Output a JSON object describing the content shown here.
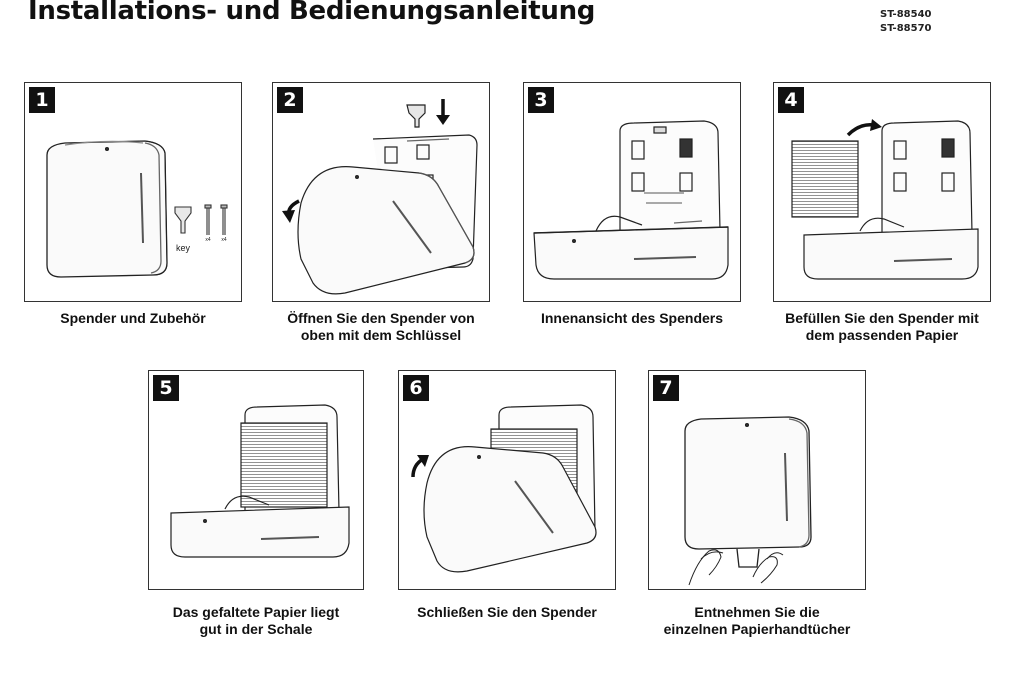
{
  "header": {
    "title": "Installations- und Bedienungsanleitung",
    "models": [
      "ST-88540",
      "ST-88570"
    ]
  },
  "steps": [
    {
      "number": "1",
      "caption_lines": [
        "Spender und Zubehör"
      ],
      "key_label": "key",
      "screw_labels": [
        "x4",
        "x4"
      ]
    },
    {
      "number": "2",
      "caption_lines": [
        "Öffnen Sie den Spender von",
        "oben mit dem Schlüssel"
      ]
    },
    {
      "number": "3",
      "caption_lines": [
        "Innenansicht des Spenders"
      ]
    },
    {
      "number": "4",
      "caption_lines": [
        "Befüllen Sie den Spender mit",
        "dem passenden Papier"
      ]
    },
    {
      "number": "5",
      "caption_lines": [
        "Das gefaltete Papier liegt",
        "gut in der Schale"
      ]
    },
    {
      "number": "6",
      "caption_lines": [
        "Schließen Sie den Spender"
      ]
    },
    {
      "number": "7",
      "caption_lines": [
        "Entnehmen Sie die",
        "einzelnen Papierhandtücher"
      ]
    }
  ]
}
